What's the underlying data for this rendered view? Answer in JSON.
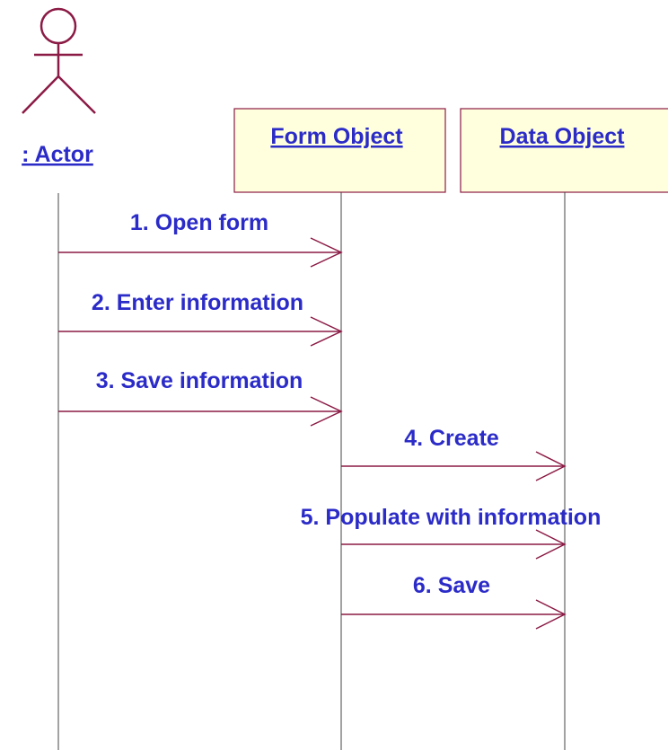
{
  "colors": {
    "line": "#8b1a44",
    "text": "#2b2bc8",
    "box_fill": "#ffffdd",
    "lifeline": "#444444"
  },
  "actor": {
    "label": ": Actor",
    "icon": "stick-figure-icon"
  },
  "objects": [
    {
      "label": "Form Object"
    },
    {
      "label": "Data Object"
    }
  ],
  "messages": [
    {
      "number": "1",
      "label": "1. Open form",
      "from": "actor",
      "to": "Form Object"
    },
    {
      "number": "2",
      "label": "2. Enter information",
      "from": "actor",
      "to": "Form Object"
    },
    {
      "number": "3",
      "label": "3. Save information",
      "from": "actor",
      "to": "Form Object"
    },
    {
      "number": "4",
      "label": "4. Create",
      "from": "Form Object",
      "to": "Data Object"
    },
    {
      "number": "5",
      "label": "5. Populate with information",
      "from": "Form Object",
      "to": "Data Object"
    },
    {
      "number": "6",
      "label": "6. Save",
      "from": "Form Object",
      "to": "Data Object"
    }
  ]
}
